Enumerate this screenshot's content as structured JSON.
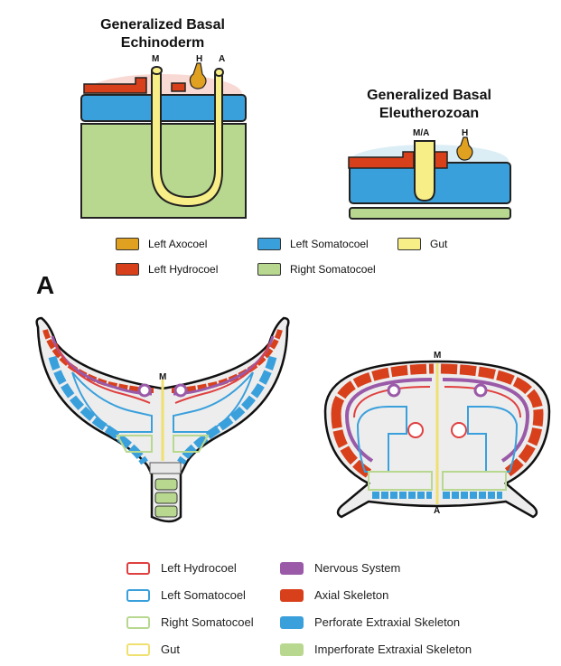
{
  "top": {
    "echinoderm_title_1": "Generalized Basal",
    "echinoderm_title_2": "Echinoderm",
    "eleutherozoan_title_1": "Generalized Basal",
    "eleutherozoan_title_2": "Eleutherozoan",
    "label_m": "M",
    "label_h": "H",
    "label_a": "A",
    "label_ma": "M/A",
    "label_h2": "H",
    "legend": [
      {
        "label": "Left Axocoel",
        "color": "#e0a020"
      },
      {
        "label": "Left Somatocoel",
        "color": "#3aa0dc"
      },
      {
        "label": "Gut",
        "color": "#f8ee88"
      },
      {
        "label": "Left Hydrocoel",
        "color": "#d8401c"
      },
      {
        "label": "Right Somatocoel",
        "color": "#b8d890"
      }
    ]
  },
  "panel_label": "A",
  "bottom": {
    "left_label_m": "M",
    "right_label_m": "M",
    "right_label_a": "A",
    "legend_left": [
      {
        "label": "Left Hydrocoel",
        "border": "#e04040"
      },
      {
        "label": "Left Somatocoel",
        "border": "#3aa0dc"
      },
      {
        "label": "Right Somatocoel",
        "border": "#b8d890"
      },
      {
        "label": "Gut",
        "border": "#f0e070"
      }
    ],
    "legend_right": [
      {
        "label": "Nervous System",
        "color": "#9a5aa8"
      },
      {
        "label": "Axial Skeleton",
        "color": "#d8401c"
      },
      {
        "label": "Perforate Extraxial Skeleton",
        "color": "#3aa0dc"
      },
      {
        "label": "Imperforate Extraxial Skeleton",
        "color": "#b8d890"
      }
    ]
  }
}
